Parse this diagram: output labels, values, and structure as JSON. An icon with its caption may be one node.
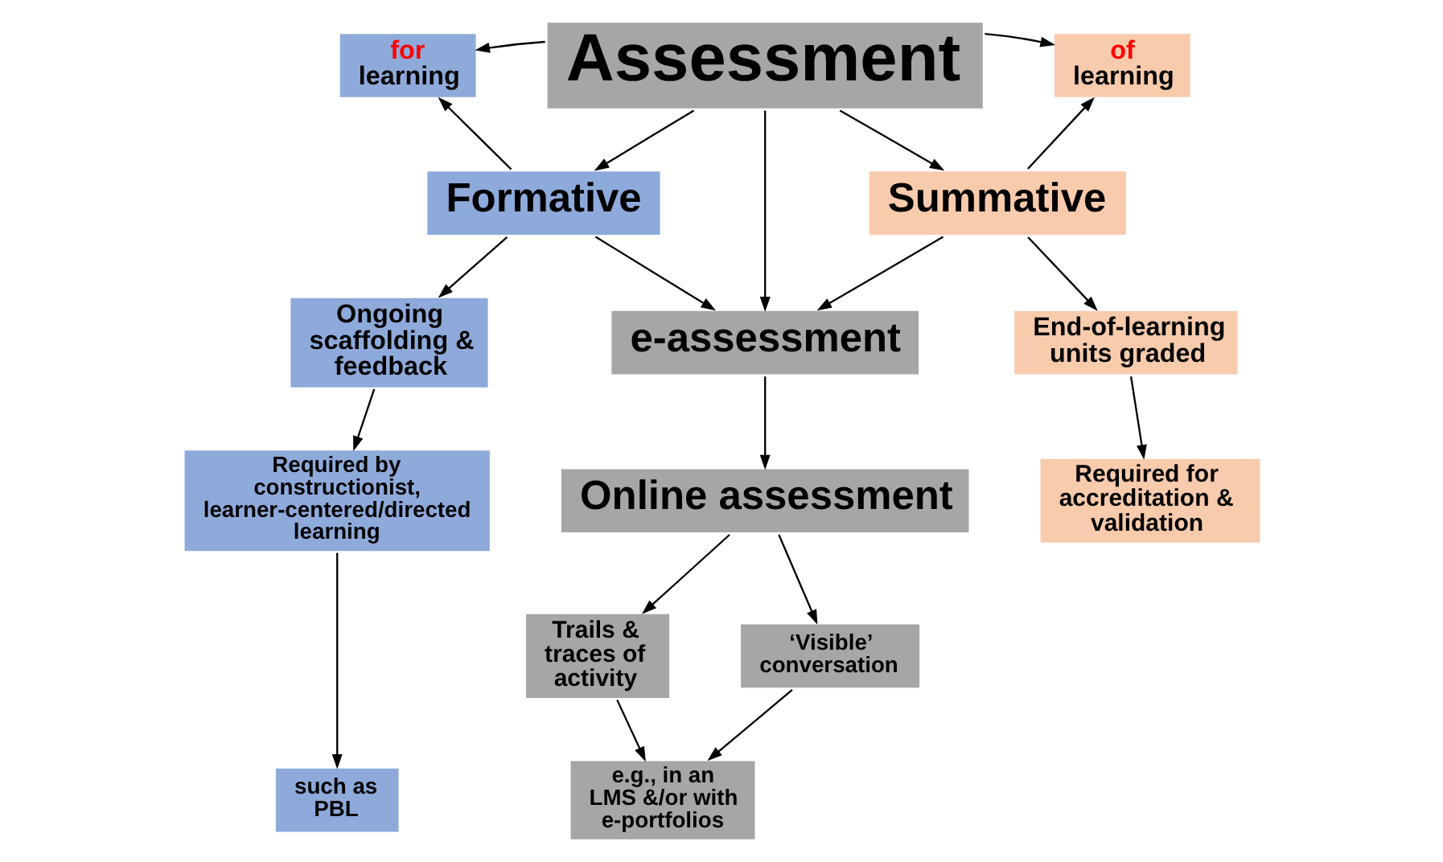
{
  "diagram": {
    "nodes": [
      {
        "text": [
          "Assessment"
        ]
      },
      {
        "text": [
          "for",
          "learning"
        ]
      },
      {
        "text": [
          "of",
          "learning"
        ]
      },
      {
        "text": [
          "Formative"
        ]
      },
      {
        "text": [
          "Summative"
        ]
      },
      {
        "text": [
          "e-assessment"
        ]
      },
      {
        "text": [
          "Online assessment"
        ]
      },
      {
        "text": [
          "Ongoing scaffolding & feedback"
        ]
      },
      {
        "text": [
          "Required by constructionist, learner-centered/directed learning"
        ]
      },
      {
        "text": [
          "such as PBL"
        ]
      },
      {
        "text": [
          "End-of-learning units graded"
        ]
      },
      {
        "text": [
          "Required for accreditation & validation"
        ]
      },
      {
        "text": [
          "‘Visible’ conversation"
        ]
      },
      {
        "text": [
          "Trails & traces of activity"
        ]
      },
      {
        "text": [
          "e.g., in an LMS &/or with e-portfolios"
        ]
      }
    ],
    "edges": [
      {
        "from": 0,
        "to": 1,
        "arrow": "to"
      },
      {
        "from": 0,
        "to": 2,
        "arrow": "to"
      },
      {
        "from": 0,
        "to": 3,
        "arrow": "to"
      },
      {
        "from": 0,
        "to": 4,
        "arrow": "to"
      },
      {
        "from": 0,
        "to": 5,
        "arrow": "to"
      },
      {
        "from": 3,
        "to": 1,
        "arrow": "to"
      },
      {
        "from": 4,
        "to": 2,
        "arrow": "to"
      },
      {
        "from": 3,
        "to": 7,
        "arrow": "to"
      },
      {
        "from": 3,
        "to": 5,
        "arrow": "to"
      },
      {
        "from": 4,
        "to": 5,
        "arrow": "to"
      },
      {
        "from": 4,
        "to": 10,
        "arrow": "to"
      },
      {
        "from": 5,
        "to": 6,
        "arrow": "to"
      },
      {
        "from": 6,
        "to": 12,
        "arrow": "to"
      },
      {
        "from": 6,
        "to": 13,
        "arrow": "to"
      },
      {
        "from": 7,
        "to": 8,
        "arrow": "to"
      },
      {
        "from": 8,
        "to": 9,
        "arrow": "to"
      },
      {
        "from": 10,
        "to": 11,
        "arrow": "to"
      },
      {
        "from": 12,
        "to": 14,
        "arrow": "to"
      },
      {
        "from": 13,
        "to": 14,
        "arrow": "to"
      }
    ]
  }
}
